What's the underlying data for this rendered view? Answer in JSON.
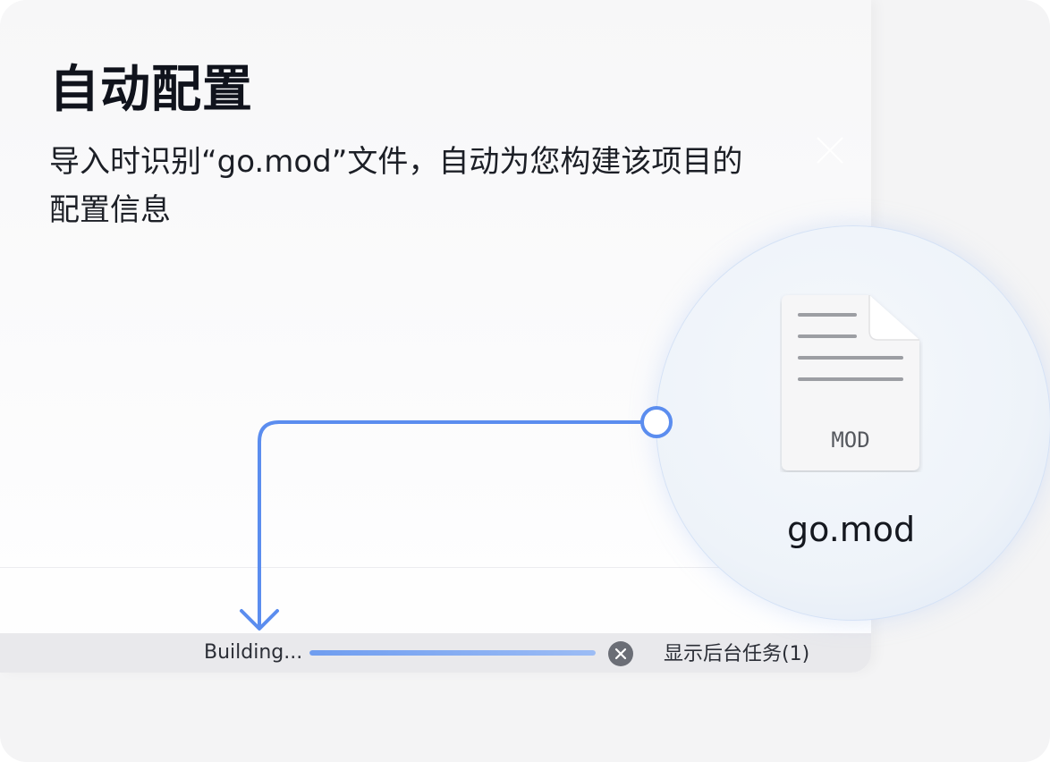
{
  "feature": {
    "title": "自动配置",
    "description": "导入时识别“go.mod”文件，自动为您构建该项目的配置信息"
  },
  "status_bar": {
    "building_label": "Building...",
    "progress_fraction": 1.0,
    "background_tasks_label": "显示后台任务(1)"
  },
  "file": {
    "icon_label": "MOD",
    "name": "go.mod"
  },
  "icons": {
    "file": "document-icon",
    "cancel": "close-circle-icon",
    "connector": "arrow-down-connector"
  },
  "colors": {
    "accent_blue": "#5b8def",
    "title_text": "#10131c",
    "status_bar_bg": "#e9e9ec"
  }
}
